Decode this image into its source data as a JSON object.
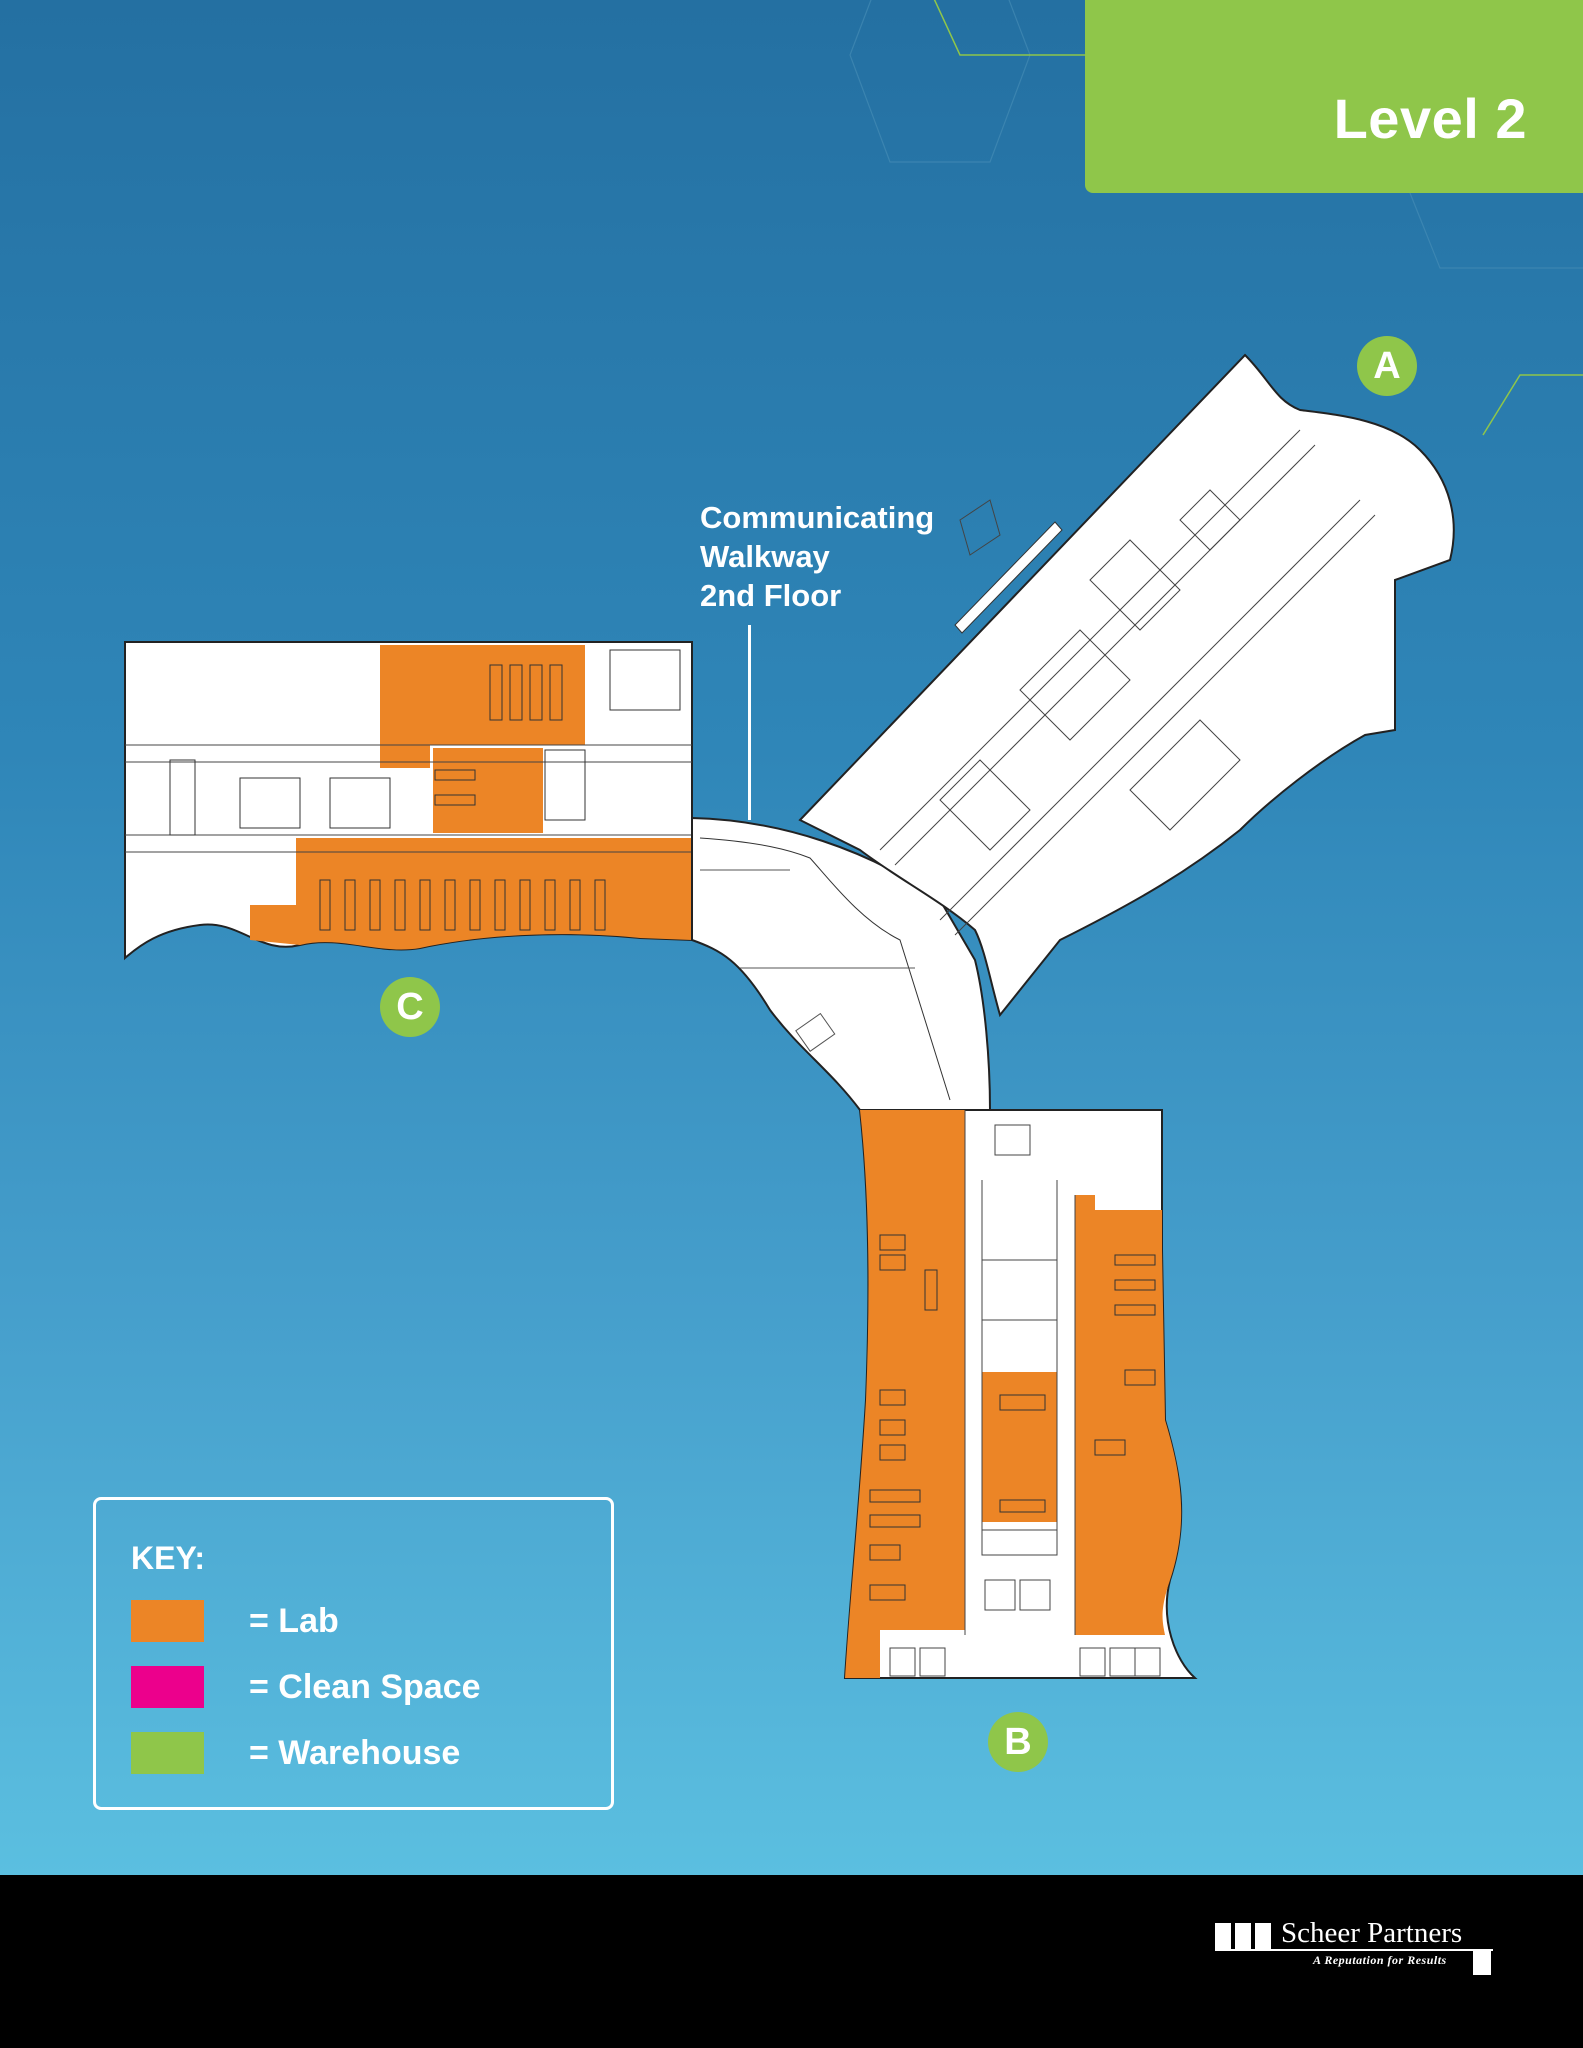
{
  "header": {
    "level_title": "Level 2",
    "banner_color": "#8fc64a"
  },
  "buildings": [
    {
      "id": "A",
      "label": "A",
      "badge_color": "#8fc64a",
      "lab_highlight": false
    },
    {
      "id": "B",
      "label": "B",
      "badge_color": "#8fc64a",
      "lab_highlight": true
    },
    {
      "id": "C",
      "label": "C",
      "badge_color": "#8fc64a",
      "lab_highlight": true
    }
  ],
  "annotation": {
    "walkway_lines": [
      "Communicating",
      "Walkway",
      "2nd Floor"
    ]
  },
  "key": {
    "title": "KEY:",
    "items": [
      {
        "label": "= Lab",
        "color": "#ec8526"
      },
      {
        "label": "= Clean Space",
        "color": "#ec008c"
      },
      {
        "label": "= Warehouse",
        "color": "#8fc64a"
      }
    ]
  },
  "footer": {
    "company": "Scheer Partners",
    "tagline": "A Reputation for Results"
  }
}
